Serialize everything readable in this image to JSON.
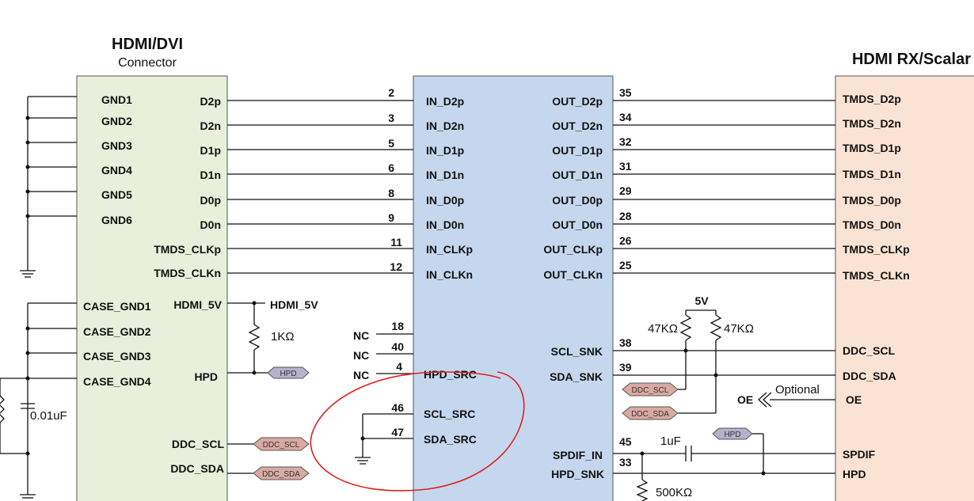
{
  "connector": {
    "title": "HDMI/DVI",
    "subtitle": "Connector",
    "gnd_labels": [
      "GND1",
      "GND2",
      "GND3",
      "GND4",
      "GND5",
      "GND6"
    ],
    "signal_labels": [
      "D2p",
      "D2n",
      "D1p",
      "D1n",
      "D0p",
      "D0n",
      "TMDS_CLKp",
      "TMDS_CLKn"
    ],
    "case_labels": [
      "CASE_GND1",
      "CASE_GND2",
      "CASE_GND3",
      "CASE_GND4"
    ],
    "hdmi5v_label": "HDMI_5V",
    "hpd_label": "HPD",
    "ddc_scl_label": "DDC_SCL",
    "ddc_sda_label": "DDC_SDA"
  },
  "chip": {
    "inputs": [
      "IN_D2p",
      "IN_D2n",
      "IN_D1p",
      "IN_D1n",
      "IN_D0p",
      "IN_D0n",
      "IN_CLKp",
      "IN_CLKn"
    ],
    "input_pins": [
      "2",
      "3",
      "5",
      "6",
      "8",
      "9",
      "11",
      "12"
    ],
    "outputs": [
      "OUT_D2p",
      "OUT_D2n",
      "OUT_D1p",
      "OUT_D1n",
      "OUT_D0p",
      "OUT_D0n",
      "OUT_CLKp",
      "OUT_CLKn"
    ],
    "output_pins": [
      "35",
      "34",
      "32",
      "31",
      "29",
      "28",
      "26",
      "25"
    ],
    "nc_label": "NC",
    "nc_pins": [
      "18",
      "40",
      "4"
    ],
    "hpd_src": "HPD_SRC",
    "scl_src": "SCL_SRC",
    "sda_src": "SDA_SRC",
    "scl_src_pin": "46",
    "sda_src_pin": "47",
    "scl_snk": "SCL_SNK",
    "sda_snk": "SDA_SNK",
    "scl_snk_pin": "38",
    "sda_snk_pin": "39",
    "spdif_in": "SPDIF_IN",
    "hpd_snk": "HPD_SNK",
    "spdif_pin": "45",
    "hpd_snk_pin": "33"
  },
  "receiver": {
    "title": "HDMI RX/Scalar",
    "signals": [
      "TMDS_D2p",
      "TMDS_D2n",
      "TMDS_D1p",
      "TMDS_D1n",
      "TMDS_D0p",
      "TMDS_D0n",
      "TMDS_CLKp",
      "TMDS_CLKn"
    ],
    "ddc_scl": "DDC_SCL",
    "ddc_sda": "DDC_SDA",
    "oe": "OE",
    "spdif": "SPDIF",
    "hpd": "HPD"
  },
  "components": {
    "hdmi5v_net": "HDMI_5V",
    "res_1k": "1KΩ",
    "cap_001": "0.01uF",
    "supply_5v": "5V",
    "res_47k": "47KΩ",
    "cap_1u": "1uF",
    "res_500k": "500KΩ",
    "oe_left": "OE",
    "optional": "Optional"
  },
  "tags": {
    "hpd": "HPD",
    "ddc_scl": "DDC_SCL",
    "ddc_sda": "DDC_SDA"
  },
  "colors": {
    "connector_fill": "#e8f0dc",
    "chip_fill": "#c5d7ee",
    "receiver_fill": "#fbe3d4",
    "hpd_tag": "#b7b0cf",
    "ddc_tag": "#d9aaa2",
    "annotation": "#e0201c"
  }
}
